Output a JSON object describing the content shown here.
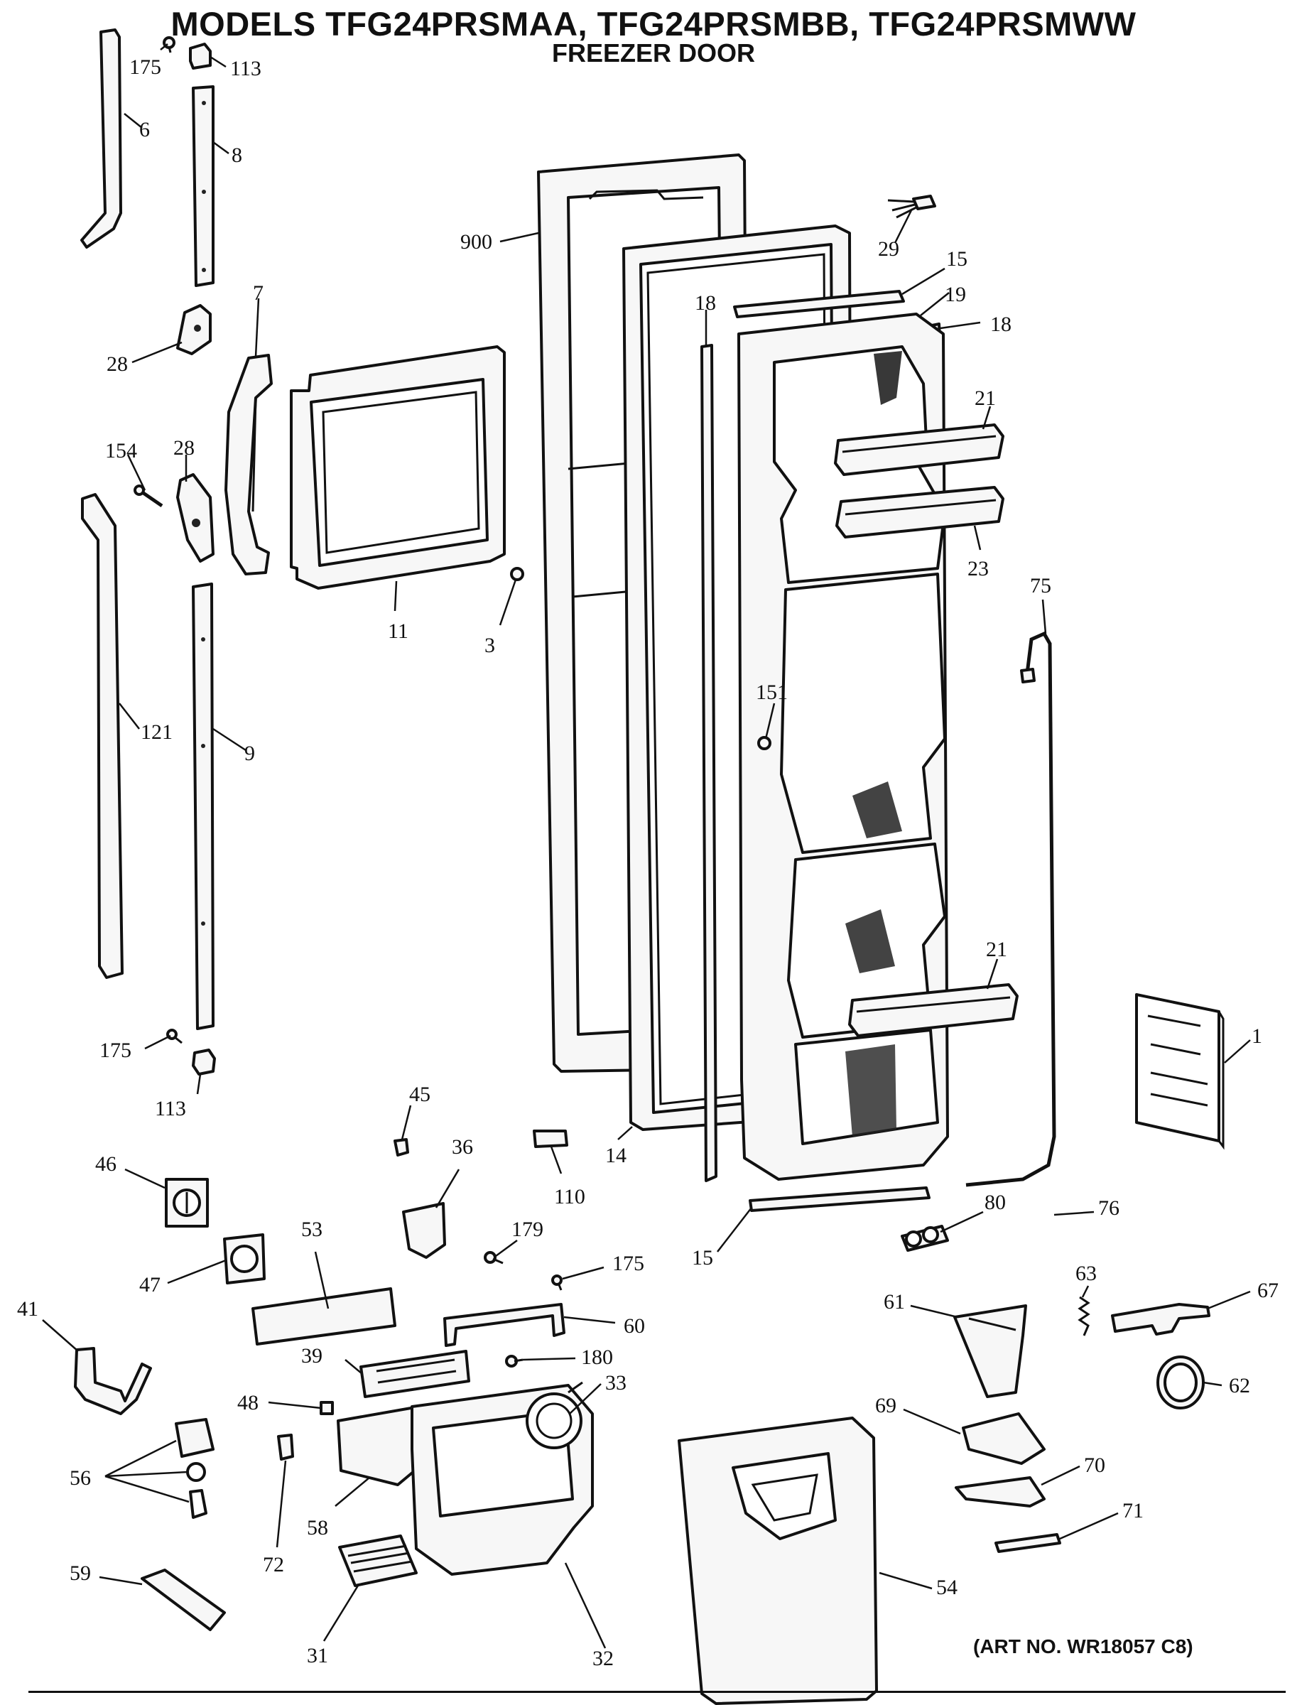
{
  "title": "MODELS TFG24PRSMAA, TFG24PRSMBB, TFG24PRSMWW",
  "subtitle": "FREEZER DOOR",
  "art_number": "(ART NO. WR18057 C8)",
  "callouts": {
    "c175a": "175",
    "c113a": "113",
    "c6": "6",
    "c8": "8",
    "c7": "7",
    "c28a": "28",
    "c154": "154",
    "c28b": "28",
    "c11": "11",
    "c3": "3",
    "c121": "121",
    "c9": "9",
    "c175b": "175",
    "c113b": "113",
    "c900": "900",
    "c29": "29",
    "c15a": "15",
    "c19": "19",
    "c18a": "18",
    "c18b": "18",
    "c21a": "21",
    "c23": "23",
    "c75": "75",
    "c151": "151",
    "c21b": "21",
    "c1": "1",
    "c45": "45",
    "c36": "36",
    "c46": "46",
    "c110": "110",
    "c14": "14",
    "c80": "80",
    "c76": "76",
    "c179": "179",
    "c53": "53",
    "c47": "47",
    "c175c": "175",
    "c15b": "15",
    "c63": "63",
    "c67": "67",
    "c41": "41",
    "c61": "61",
    "c60": "60",
    "c180": "180",
    "c39": "39",
    "c33": "33",
    "c62": "62",
    "c48": "48",
    "c69": "69",
    "c70": "70",
    "c56": "56",
    "c58": "58",
    "c72": "72",
    "c71": "71",
    "c59": "59",
    "c54": "54",
    "c31": "31",
    "c32": "32"
  }
}
